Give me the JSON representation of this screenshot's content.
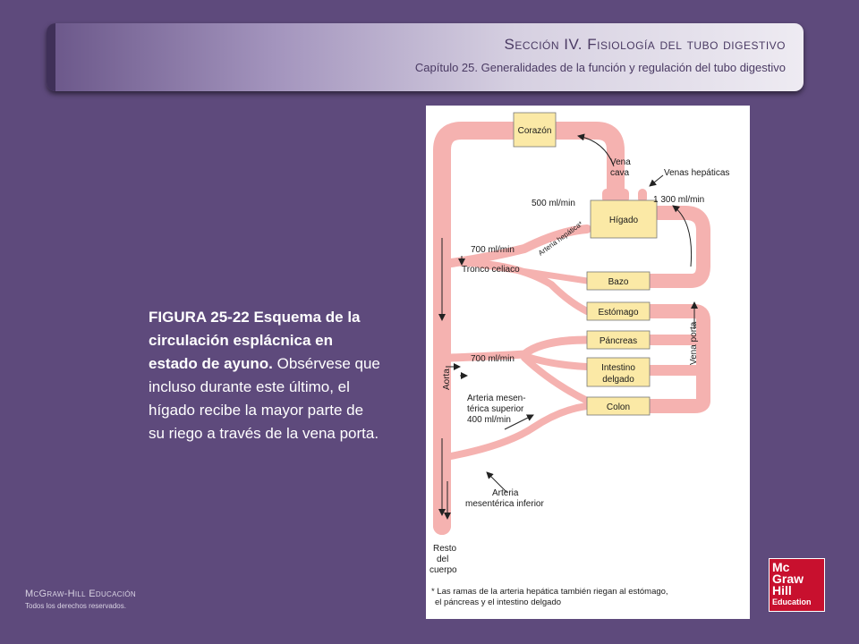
{
  "header": {
    "section": "Sección IV.  Fisiología del tubo digestivo",
    "chapter": "Capítulo 25.  Generalidades de la función y regulación del tubo digestivo"
  },
  "caption": {
    "bold": "FIGURA 25-22 Esquema de la circulación esplácnica en estado de ayuno.",
    "text": " Obsérvese que incluso durante este último, el hígado recibe la mayor parte de su riego a través de la vena porta."
  },
  "diagram": {
    "organs": {
      "heart": "Corazón",
      "liver": "Hígado",
      "spleen": "Bazo",
      "stomach": "Estómago",
      "pancreas": "Páncreas",
      "intestine_line1": "Intestino",
      "intestine_line2": "delgado",
      "colon": "Colon"
    },
    "labels": {
      "vena_cava_1": "Vena",
      "vena_cava_2": "cava",
      "venas_hepaticas": "Venas hepáticas",
      "flow_500": "500 ml/min",
      "flow_1300": "1 300 ml/min",
      "arteria_hepatica": "Arteria hepática*",
      "flow_700_top": "700 ml/min",
      "tronco_celiaco": "Tronco celiaco",
      "flow_700_mid": "700 ml/min",
      "vena_porta": "Vena porta",
      "aorta": "Aorta",
      "ams_1": "Arteria mesen-",
      "ams_2": "térica superior",
      "ams_3": "400 ml/min",
      "ami_1": "Arteria",
      "ami_2": "mesentérica inferior",
      "resto_1": "Resto",
      "resto_2": "del",
      "resto_3": "cuerpo"
    },
    "footnote_1": "* Las ramas de la arteria hepática también riegan al estómago,",
    "footnote_2": "el páncreas y el intestino delgado"
  },
  "footer": {
    "brand": "McGraw-Hill Educación",
    "rights": "Todos los derechos reservados."
  },
  "logo": {
    "line1": "Mc",
    "line2": "Graw",
    "line3": "Hill",
    "line4": "Education"
  },
  "colors": {
    "background": "#5e4a7c",
    "vessel": "#f5b2b0",
    "organ_box": "#fbe9a6"
  }
}
